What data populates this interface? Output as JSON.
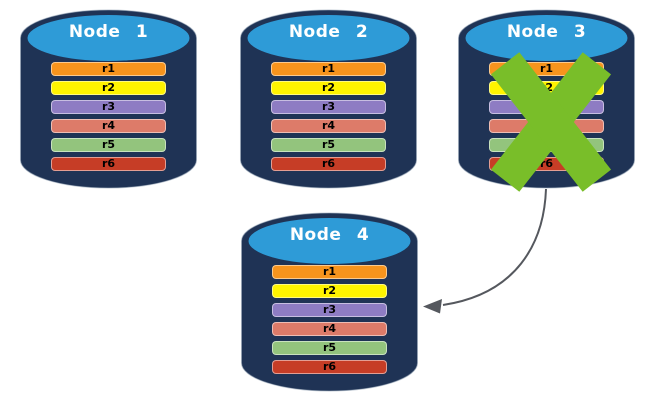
{
  "nodes": [
    {
      "label": "Node 1",
      "rows": [
        {
          "label": "r1",
          "color": "#F7941D"
        },
        {
          "label": "r2",
          "color": "#FFF400"
        },
        {
          "label": "r3",
          "color": "#8E7CC3"
        },
        {
          "label": "r4",
          "color": "#DD7B69"
        },
        {
          "label": "r5",
          "color": "#93C47D"
        },
        {
          "label": "r6",
          "color": "#C63D26"
        }
      ]
    },
    {
      "label": "Node 2",
      "rows": [
        {
          "label": "r1",
          "color": "#F7941D"
        },
        {
          "label": "r2",
          "color": "#FFF400"
        },
        {
          "label": "r3",
          "color": "#8E7CC3"
        },
        {
          "label": "r4",
          "color": "#DD7B69"
        },
        {
          "label": "r5",
          "color": "#93C47D"
        },
        {
          "label": "r6",
          "color": "#C63D26"
        }
      ]
    },
    {
      "label": "Node 3",
      "crossed_out": true,
      "rows": [
        {
          "label": "r1",
          "color": "#F7941D"
        },
        {
          "label": "r2",
          "color": "#FFF400"
        },
        {
          "label": "r3",
          "color": "#8E7CC3"
        },
        {
          "label": "r4",
          "color": "#DD7B69"
        },
        {
          "label": "r5",
          "color": "#93C47D"
        },
        {
          "label": "r6",
          "color": "#C63D26"
        }
      ]
    },
    {
      "label": "Node 4",
      "rows": [
        {
          "label": "r1",
          "color": "#F7941D"
        },
        {
          "label": "r2",
          "color": "#FFF400"
        },
        {
          "label": "r3",
          "color": "#8E7CC3"
        },
        {
          "label": "r4",
          "color": "#DD7B69"
        },
        {
          "label": "r5",
          "color": "#93C47D"
        },
        {
          "label": "r6",
          "color": "#C63D26"
        }
      ]
    }
  ],
  "cylinder": {
    "body_color": "#1F3355",
    "top_color": "#2E9BD7",
    "outline_color": "#98A6B8",
    "title_color": "#FFFFFF",
    "row_text_color": "#000000"
  },
  "x_mark": {
    "on_node": "Node 3",
    "color": "#79BE29"
  },
  "arrow": {
    "from_node": "Node 3",
    "to_node": "Node 4",
    "color": "#55585E"
  }
}
